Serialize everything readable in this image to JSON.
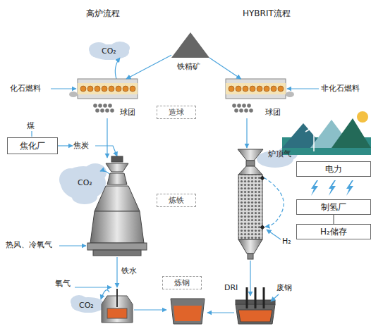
{
  "diagram": {
    "nodes": [
      {
        "text": [
          "铁精矿"
        ]
      },
      {
        "text": [
          "球团"
        ]
      },
      {
        "text": [
          "球团"
        ]
      },
      {
        "text": [
          "造球"
        ]
      },
      {
        "text": [
          "焦化厂"
        ]
      },
      {
        "text": [
          "炼铁"
        ]
      },
      {
        "text": [
          "电力"
        ]
      },
      {
        "text": [
          "制氢厂"
        ]
      },
      {
        "text": [
          "H₂储存"
        ]
      },
      {
        "text": [
          "炼钢"
        ]
      }
    ],
    "edges": [
      {
        "from": 0,
        "to": 1,
        "arrow": "to"
      },
      {
        "from": 0,
        "to": 2,
        "arrow": "to"
      },
      {
        "from": 7,
        "to": 8,
        "arrow": "none"
      }
    ],
    "labels": [
      "高炉流程",
      "HYBRIT流程",
      "CO₂",
      "化石燃料",
      "非化石燃料",
      "煤",
      "焦炭",
      "CO₂",
      "炉顶气",
      "热风、冷氧气",
      "H₂",
      "铁水",
      "DRI",
      "氧气",
      "CO₂",
      "废钢"
    ]
  }
}
